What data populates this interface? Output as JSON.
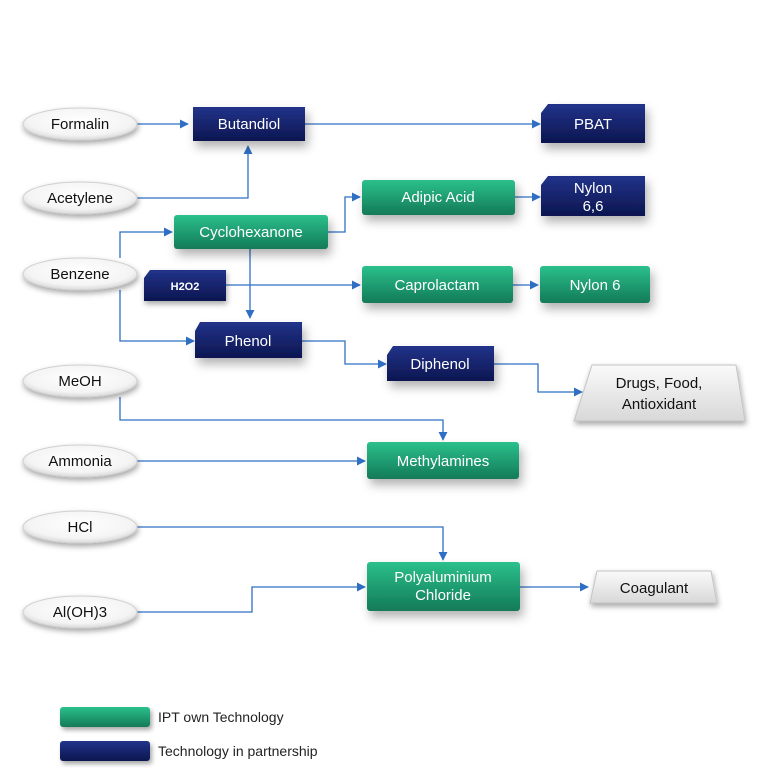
{
  "colors": {
    "own": "#1f9e73",
    "partner": "#13236e",
    "arrow": "#2f6fc4"
  },
  "raw_materials": {
    "formalin": "Formalin",
    "acetylene": "Acetylene",
    "benzene": "Benzene",
    "meoh": "MeOH",
    "ammonia": "Ammonia",
    "hcl": "HCl",
    "aloh3": "Al(OH)3"
  },
  "partner_nodes": {
    "butandiol": "Butandiol",
    "pbat": "PBAT",
    "nylon66_line1": "Nylon",
    "nylon66_line2": "6,6",
    "h2o2": "H2O2",
    "phenol": "Phenol",
    "diphenol": "Diphenol"
  },
  "own_nodes": {
    "adipic_acid": "Adipic Acid",
    "cyclohexanone": "Cyclohexanone",
    "caprolactam": "Caprolactam",
    "nylon6": "Nylon 6",
    "methylamines": "Methylamines",
    "polyaluminium_line1": "Polyaluminium",
    "polyaluminium_line2": "Chloride"
  },
  "end_products": {
    "drugs_line1": "Drugs, Food,",
    "drugs_line2": "Antioxidant",
    "coagulant": "Coagulant"
  },
  "legend": {
    "own": "IPT own Technology",
    "partner": "Technology in partnership"
  }
}
